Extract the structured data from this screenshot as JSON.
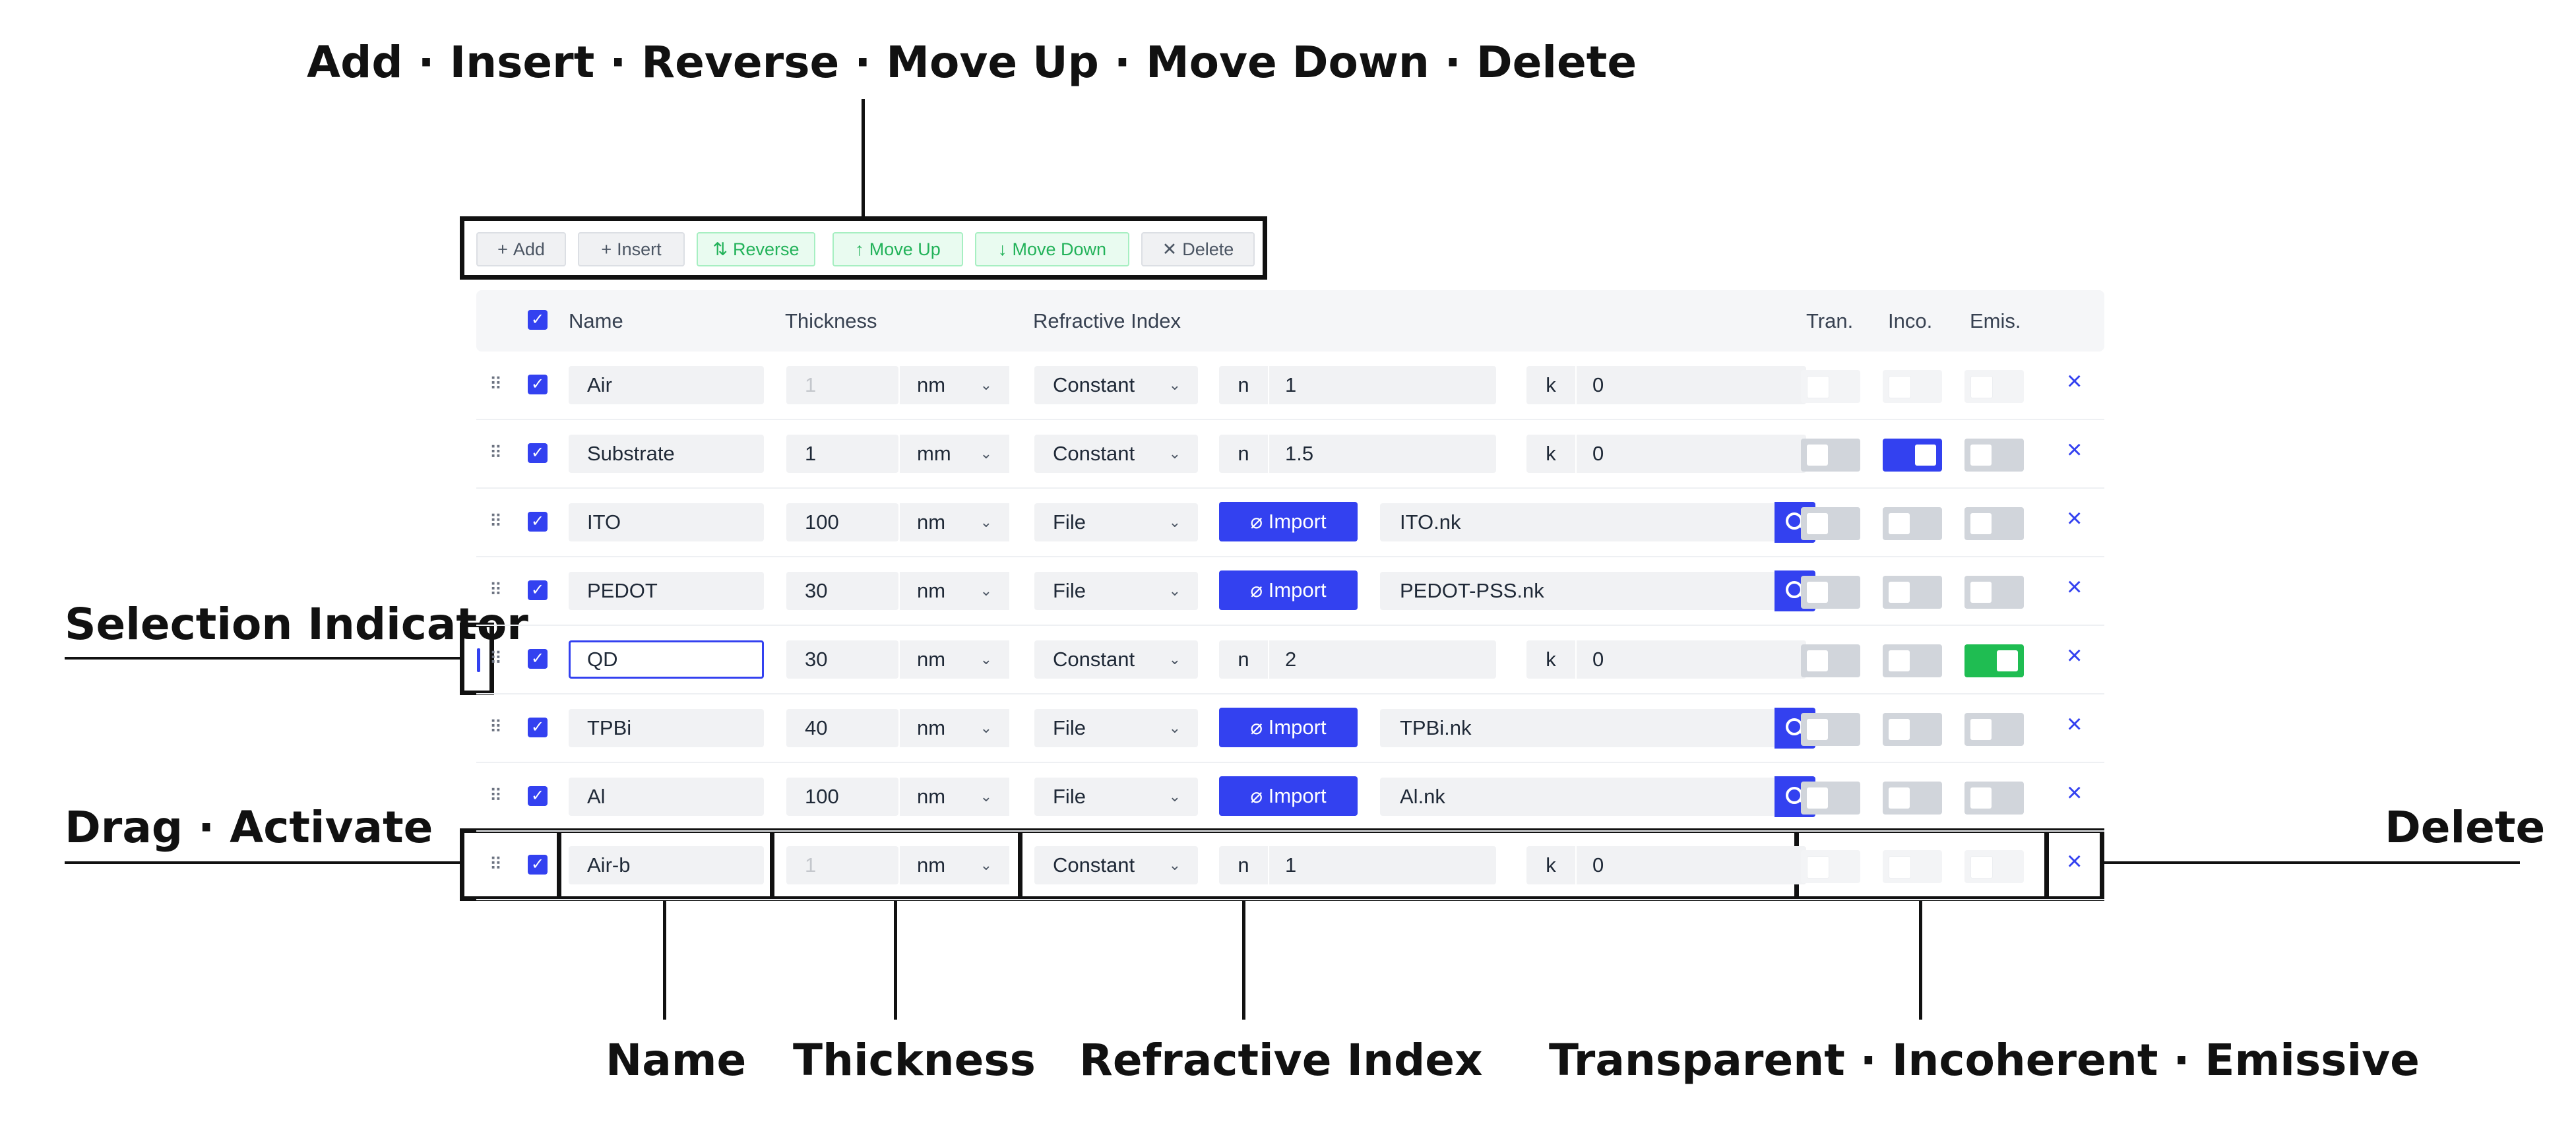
{
  "annotations": {
    "toolbar": "Add · Insert · Reverse · Move Up · Move Down · Delete",
    "selection": "Selection Indicator",
    "drag": "Drag · Activate",
    "delete": "Delete",
    "name": "Name",
    "thickness": "Thickness",
    "refractive": "Refractive Index",
    "flags": "Transparent · Incoherent · Emissive"
  },
  "toolbar": {
    "add": "Add",
    "insert": "Insert",
    "reverse": "Reverse",
    "move_up": "Move Up",
    "move_down": "Move Down",
    "delete": "Delete"
  },
  "columns": {
    "name": "Name",
    "thickness": "Thickness",
    "refractive_index": "Refractive Index",
    "tran": "Tran.",
    "inco": "Inco.",
    "emis": "Emis."
  },
  "colors": {
    "accent": "#3341f0",
    "green": "#1fbd52",
    "toolbar_green": "#22b259"
  },
  "import_label": "Import",
  "layers": [
    {
      "name": "Air",
      "thickness": "1",
      "unit": "nm",
      "type": "Constant",
      "n": "1",
      "k": "0",
      "tran": "disabled",
      "inco": "disabled",
      "emis": "disabled"
    },
    {
      "name": "Substrate",
      "thickness": "1",
      "unit": "mm",
      "type": "Constant",
      "n": "1.5",
      "k": "0",
      "tran": "off",
      "inco": "on",
      "emis": "off"
    },
    {
      "name": "ITO",
      "thickness": "100",
      "unit": "nm",
      "type": "File",
      "file": "ITO.nk",
      "tran": "off",
      "inco": "off",
      "emis": "off"
    },
    {
      "name": "PEDOT",
      "thickness": "30",
      "unit": "nm",
      "type": "File",
      "file": "PEDOT-PSS.nk",
      "tran": "off",
      "inco": "off",
      "emis": "off"
    },
    {
      "name": "QD",
      "thickness": "30",
      "unit": "nm",
      "type": "Constant",
      "n": "2",
      "k": "0",
      "tran": "off",
      "inco": "off",
      "emis": "on"
    },
    {
      "name": "TPBi",
      "thickness": "40",
      "unit": "nm",
      "type": "File",
      "file": "TPBi.nk",
      "tran": "off",
      "inco": "off",
      "emis": "off"
    },
    {
      "name": "Al",
      "thickness": "100",
      "unit": "nm",
      "type": "File",
      "file": "Al.nk",
      "tran": "off",
      "inco": "off",
      "emis": "off"
    },
    {
      "name": "Air-b",
      "thickness": "1",
      "unit": "nm",
      "type": "Constant",
      "n": "1",
      "k": "0",
      "tran": "disabled",
      "inco": "disabled",
      "emis": "disabled"
    }
  ]
}
